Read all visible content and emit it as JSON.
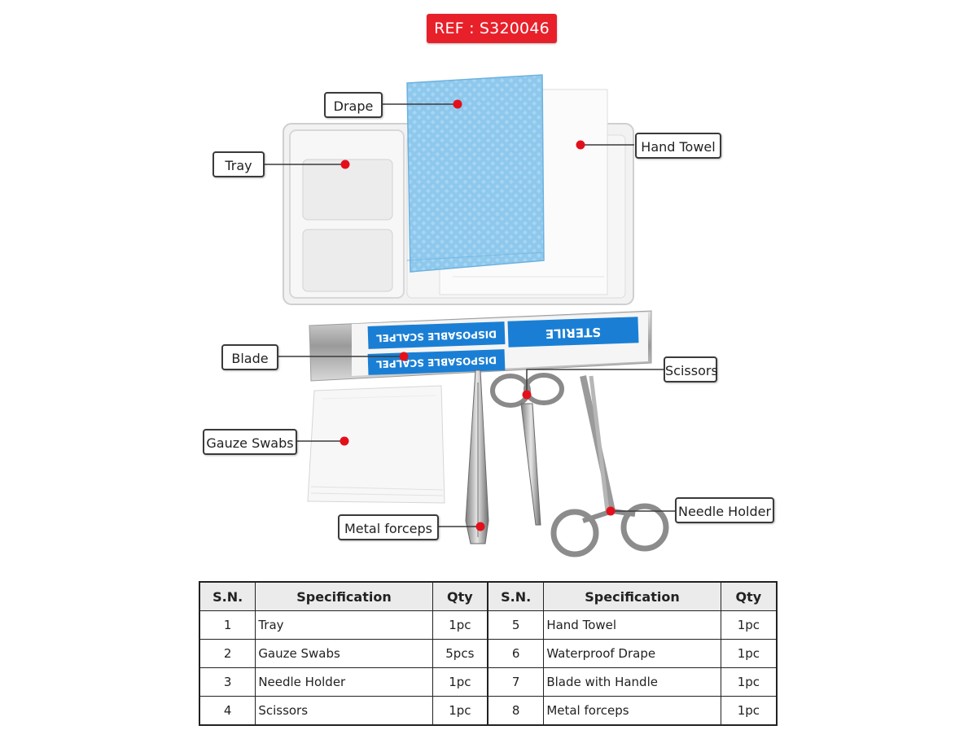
{
  "ref_label": "REF : S320046",
  "callouts": {
    "drape": "Drape",
    "tray": "Tray",
    "hand_towel": "Hand Towel",
    "blade": "Blade",
    "scissors": "Scissors",
    "gauze_swabs": "Gauze Swabs",
    "needle_holder": "Needle Holder",
    "metal_forceps": "Metal forceps"
  },
  "blade_pack_text": {
    "upper": "DISPOSABLE SCALPEL",
    "sterile": "STERILE",
    "lower": "DISPOSABLE SCALPEL"
  },
  "table": {
    "headers": [
      "S.N.",
      "Specification",
      "Qty",
      "S.N.",
      "Specification",
      "Qty"
    ],
    "rows": [
      [
        "1",
        "Tray",
        "1pc",
        "5",
        "Hand Towel",
        "1pc"
      ],
      [
        "2",
        "Gauze Swabs",
        "5pcs",
        "6",
        "Waterproof Drape",
        "1pc"
      ],
      [
        "3",
        "Needle Holder",
        "1pc",
        "7",
        "Blade with Handle",
        "1pc"
      ],
      [
        "4",
        "Scissors",
        "1pc",
        "8",
        "Metal forceps",
        "1pc"
      ]
    ]
  },
  "colors": {
    "badge_red": "#e8202a",
    "marker_red": "#e3101c",
    "drape_blue": "#8ec8ec",
    "pack_blue": "#1a7fd4"
  }
}
